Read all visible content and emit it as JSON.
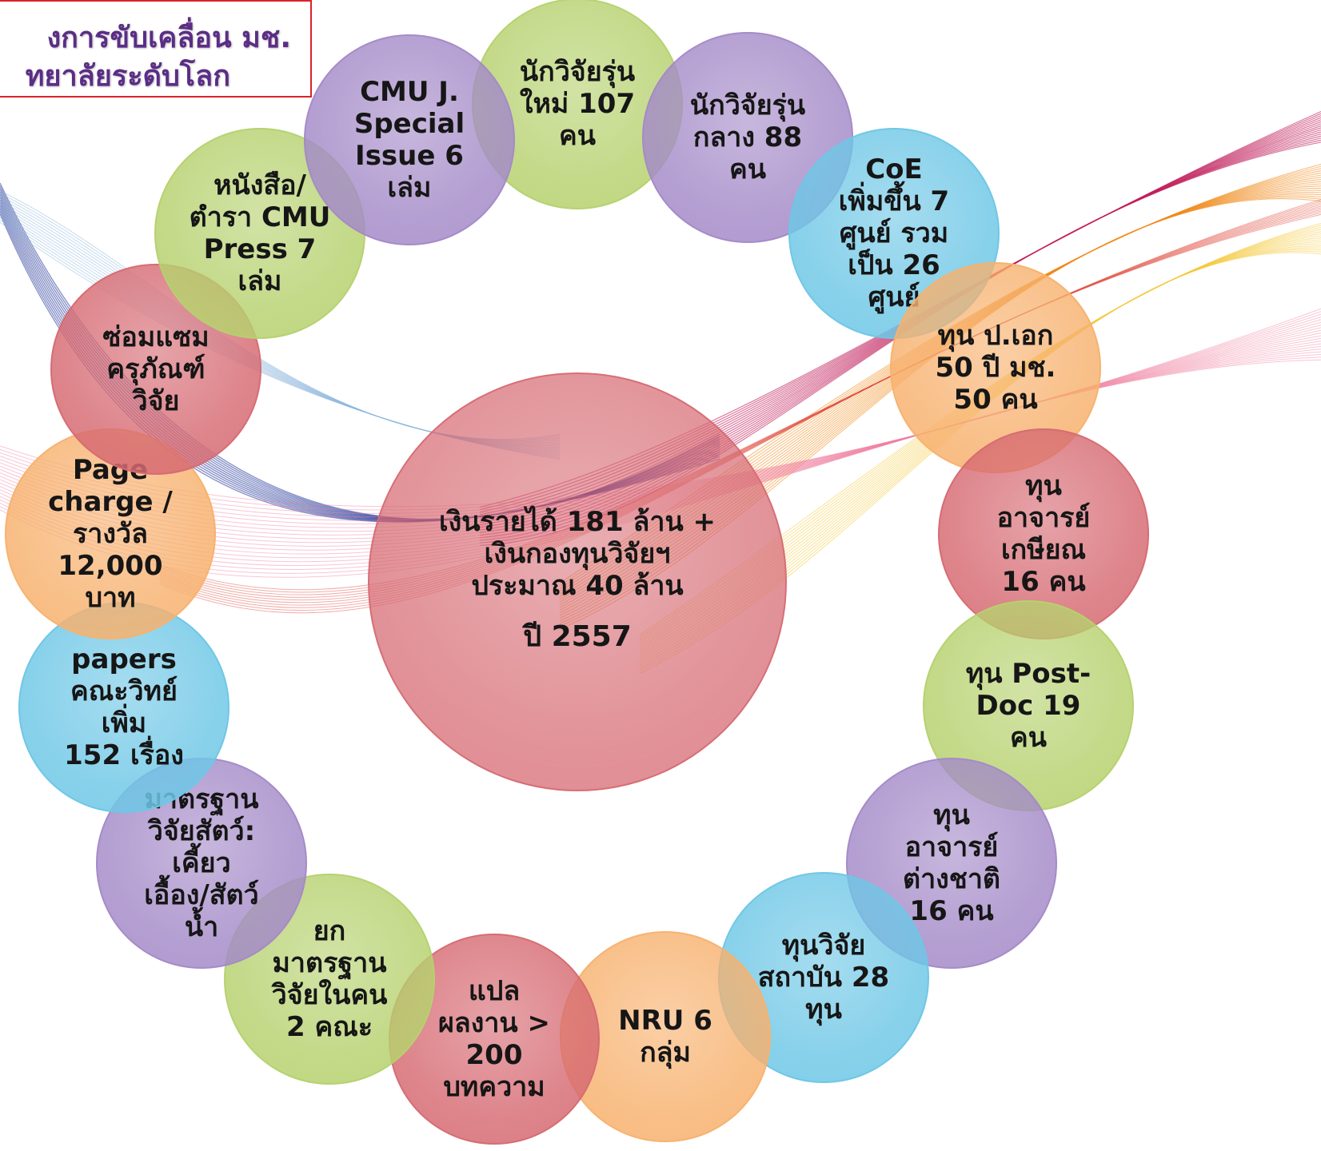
{
  "title": {
    "line1": "งการขับเคลื่อน มช.",
    "line2": "ทยาลัยระดับโลก"
  },
  "colors": {
    "green": "#b6d16e",
    "purple": "#a48ac8",
    "blue": "#6ec7e6",
    "orange": "#f7b16e",
    "red": "#d66a72",
    "title_text": "#5b2d86",
    "title_border": "#d9232a"
  },
  "center": {
    "text": "เงินรายได้ 181 ล้าน +\nเงินกองทุนวิจัยฯ\nประมาณ 40 ล้าน",
    "year": "ปี 2557"
  },
  "bubbles": [
    {
      "id": "new-researchers",
      "color": "green",
      "text": "นักวิจัยรุ่น\nใหม่ 107\nคน"
    },
    {
      "id": "mid-researchers",
      "color": "purple",
      "text": "นักวิจัยรุ่น\nกลาง 88\nคน"
    },
    {
      "id": "coe",
      "color": "blue",
      "text": "CoE\nเพิ่มขึ้น 7\nศูนย์ รวม\nเป็น 26\nศูนย์"
    },
    {
      "id": "phd-grant",
      "color": "orange",
      "text": "ทุน ป.เอก\n50 ปี มช.\n50 คน"
    },
    {
      "id": "retired-faculty-grant",
      "color": "red",
      "text": "ทุน\nอาจารย์\nเกษียณ\n16 คน"
    },
    {
      "id": "postdoc-grant",
      "color": "green",
      "text": "ทุน Post-\nDoc 19\nคน"
    },
    {
      "id": "foreign-faculty-grant",
      "color": "purple",
      "text": "ทุน\nอาจารย์\nต่างชาติ\n16 คน"
    },
    {
      "id": "institute-grant",
      "color": "blue",
      "text": "ทุนวิจัย\nสถาบัน 28\nทุน"
    },
    {
      "id": "nru",
      "color": "orange",
      "text": "NRU 6\nกลุ่ม"
    },
    {
      "id": "translation",
      "color": "red",
      "text": "แปล\nผลงาน >\n200\nบทความ"
    },
    {
      "id": "human-research-standard",
      "color": "green",
      "text": "ยก\nมาตรฐาน\nวิจัยในคน\n2 คณะ"
    },
    {
      "id": "animal-research-standard",
      "color": "purple",
      "text": "มาตรฐาน\nวิจัยสัตว์:\nเคี้ยว\nเอื้อง/สัตว์\nน้ำ"
    },
    {
      "id": "science-papers",
      "color": "blue",
      "text": "papers\nคณะวิทย์\nเพิ่ม\n152 เรื่อง"
    },
    {
      "id": "page-charge",
      "color": "orange",
      "text": "Page\ncharge /\nรางวัล\n12,000\nบาท"
    },
    {
      "id": "equipment-repair",
      "color": "red",
      "text": "ซ่อมแซม\nครุภัณฑ์\nวิจัย"
    },
    {
      "id": "cmu-press-books",
      "color": "green",
      "text": "หนังสือ/\nตำรา CMU\nPress 7\nเล่ม"
    },
    {
      "id": "cmu-journal-special",
      "color": "purple",
      "text": "CMU J.\nSpecial\nIssue 6\nเล่ม"
    }
  ]
}
